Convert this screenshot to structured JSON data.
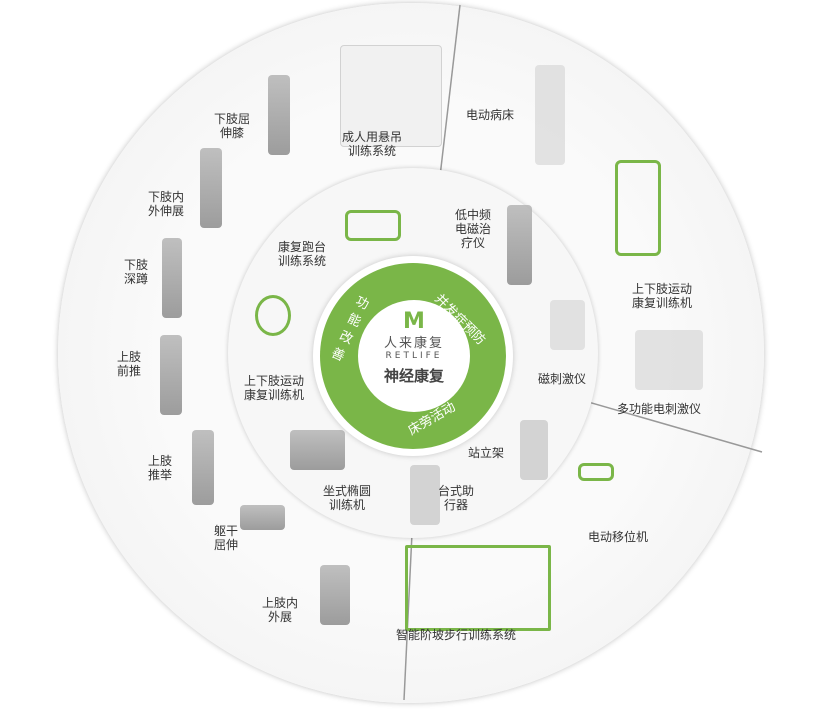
{
  "center": {
    "brand_cn": "人来康复",
    "brand_en": "RETLIFE",
    "title": "神经康复"
  },
  "segments": {
    "function": "功能改善",
    "complication": "并发症预防",
    "bedside": "床旁活动"
  },
  "labels": {
    "knee": "下肢屈\n伸膝",
    "suspension": "成人用悬吊\n训练系统",
    "bed": "电动病床",
    "hip": "下肢内\n外伸展",
    "treadmill": "康复跑台\n训练系统",
    "lowfreq": "低中频\n电磁治\n疗仪",
    "squat": "下肢\n深蹲",
    "limbs_left": "上下肢运动\n康复训练机",
    "limbs_right": "上下肢运动\n康复训练机",
    "press": "上肢\n前推",
    "magnetic": "磁刺激仪",
    "multi": "多功能电刺激仪",
    "lift": "上肢\n推举",
    "stand": "站立架",
    "elliptical": "坐式椭圆\n训练机",
    "walker": "台式助\n行器",
    "trunk": "躯干\n屈伸",
    "transfer": "电动移位机",
    "abduction": "上肢内\n外展",
    "stairs": "智能阶坡步行训练系统"
  },
  "colors": {
    "accent": "#7ab648"
  }
}
